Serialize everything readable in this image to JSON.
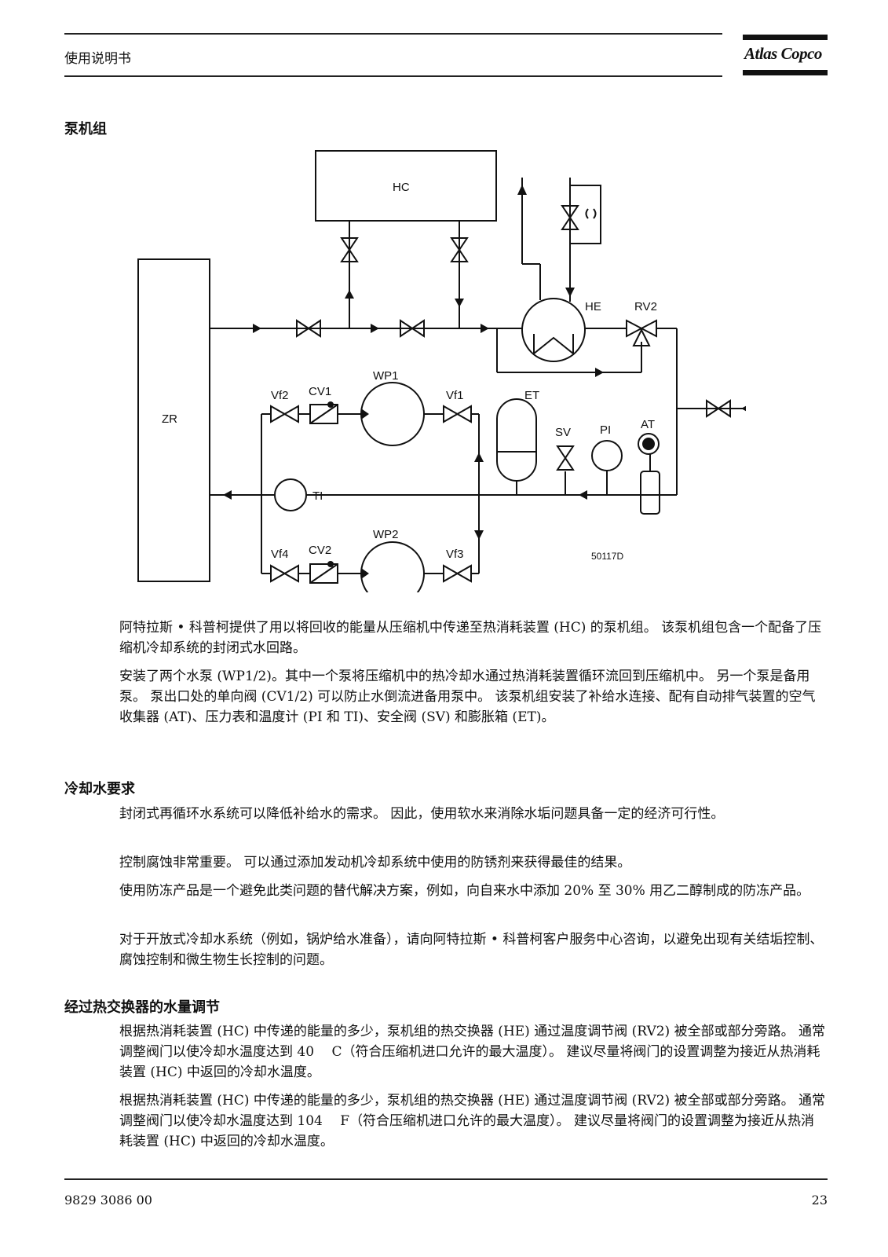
{
  "header": {
    "title": "使用说明书",
    "logo": "Atlas Copco"
  },
  "sections": [
    {
      "heading": "泵机组"
    },
    {
      "heading": "冷却水要求"
    },
    {
      "heading": "经过热交换器的水量调节"
    }
  ],
  "diagram": {
    "labels": {
      "hc": "HC",
      "zr": "ZR",
      "he": "HE",
      "rv2": "RV2",
      "wp1": "WP1",
      "wp2": "WP2",
      "vf1": "Vf1",
      "vf2": "Vf2",
      "vf3": "Vf3",
      "vf4": "Vf4",
      "cv1": "CV1",
      "cv2": "CV2",
      "et": "ET",
      "sv": "SV",
      "pi": "PI",
      "at": "AT",
      "ti": "TI",
      "ref": "50117D"
    }
  },
  "paragraphs": {
    "p1": "阿特拉斯 • 科普柯提供了用以将回收的能量从压缩机中传递至热消耗装置 (HC) 的泵机组。 该泵机组包含一个配备了压缩机冷却系统的封闭式水回路。",
    "p2": "安装了两个水泵 (WP1/2)。其中一个泵将压缩机中的热冷却水通过热消耗装置循环流回到压缩机中。 另一个泵是备用泵。 泵出口处的单向阀 (CV1/2) 可以防止水倒流进备用泵中。 该泵机组安装了补给水连接、配有自动排气装置的空气收集器 (AT)、压力表和温度计 (PI 和 TI)、安全阀 (SV) 和膨胀箱 (ET)。",
    "p3": "封闭式再循环水系统可以降低补给水的需求。 因此，使用软水来消除水垢问题具备一定的经济可行性。",
    "p4": "控制腐蚀非常重要。 可以通过添加发动机冷却系统中使用的防锈剂来获得最佳的结果。",
    "p5": "使用防冻产品是一个避免此类问题的替代解决方案，例如，向自来水中添加 20% 至 30% 用乙二醇制成的防冻产品。",
    "p6": "对于开放式冷却水系统（例如，锅炉给水准备），请向阿特拉斯 • 科普柯客户服务中心咨询，以避免出现有关结垢控制、腐蚀控制和微生物生长控制的问题。",
    "p7": "根据热消耗装置 (HC) 中传递的能量的多少，泵机组的热交换器 (HE) 通过温度调节阀 (RV2) 被全部或部分旁路。 通常调整阀门以使冷却水温度达到 40　 C（符合压缩机进口允许的最大温度）。 建议尽量将阀门的设置调整为接近从热消耗装置 (HC) 中返回的冷却水温度。",
    "p8": "根据热消耗装置 (HC) 中传递的能量的多少，泵机组的热交换器 (HE) 通过温度调节阀 (RV2) 被全部或部分旁路。 通常调整阀门以使冷却水温度达到 104　 F（符合压缩机进口允许的最大温度）。 建议尽量将阀门的设置调整为接近从热消耗装置 (HC) 中返回的冷却水温度。"
  },
  "footer": {
    "doc_number": "9829 3086 00",
    "page": "23"
  }
}
